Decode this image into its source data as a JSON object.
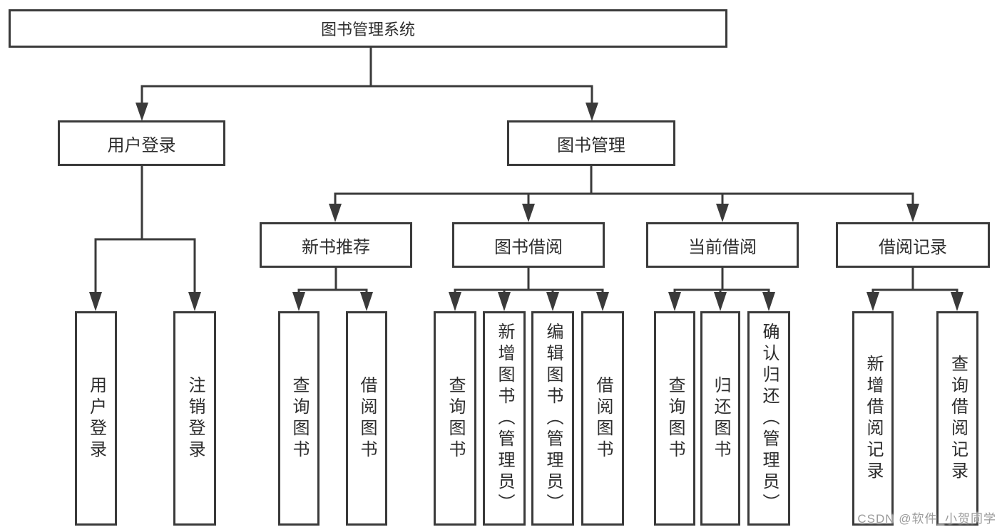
{
  "diagram": {
    "root": {
      "label": "图书管理系统"
    },
    "branches": [
      {
        "label": "用户登录",
        "children": [
          {
            "label": "用户登录"
          },
          {
            "label": "注销登录"
          }
        ]
      },
      {
        "label": "图书管理",
        "sections": [
          {
            "label": "新书推荐",
            "children": [
              {
                "label": "查询图书"
              },
              {
                "label": "借阅图书"
              }
            ]
          },
          {
            "label": "图书借阅",
            "children": [
              {
                "label": "查询图书"
              },
              {
                "label": "新增图书（管理员）"
              },
              {
                "label": "编辑图书（管理员）"
              },
              {
                "label": "借阅图书"
              }
            ]
          },
          {
            "label": "当前借阅",
            "children": [
              {
                "label": "查询图书"
              },
              {
                "label": "归还图书"
              },
              {
                "label": "确认归还（管理员）"
              }
            ]
          },
          {
            "label": "借阅记录",
            "children": [
              {
                "label": "新增借阅记录"
              },
              {
                "label": "查询借阅记录"
              }
            ]
          }
        ]
      }
    ]
  },
  "watermark": {
    "text": "CSDN @软件_小贺同学"
  },
  "colors": {
    "line": "#3a3a3a",
    "text": "#2d2d2d",
    "watermark": "#9b9b9b",
    "box_background": "#ffffff"
  }
}
